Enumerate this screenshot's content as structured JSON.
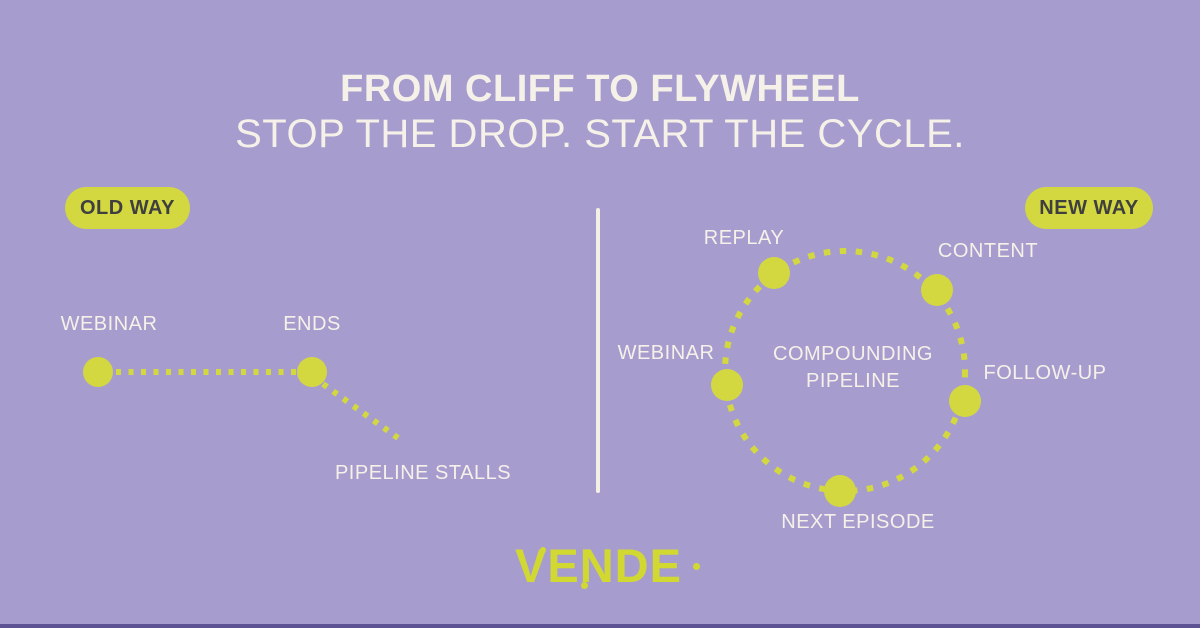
{
  "header": {
    "title": "FROM CLIFF TO FLYWHEEL",
    "subtitle": "STOP THE DROP. START THE CYCLE."
  },
  "old_way": {
    "badge": "OLD WAY",
    "labels": {
      "webinar": "WEBINAR",
      "ends": "ENDS",
      "pipeline_stalls": "PIPELINE STALLS"
    }
  },
  "new_way": {
    "badge": "NEW WAY",
    "center_line1": "COMPOUNDING",
    "center_line2": "PIPELINE",
    "nodes": [
      {
        "label": "REPLAY"
      },
      {
        "label": "CONTENT"
      },
      {
        "label": "WEBINAR"
      },
      {
        "label": "FOLLOW-UP"
      },
      {
        "label": "NEXT EPISODE"
      }
    ]
  },
  "logo": {
    "text": "VENDE"
  },
  "colors": {
    "background": "#a69dce",
    "accent": "#d3d841",
    "text_light": "#f5f1e9",
    "badge_text": "#3f3f3f",
    "divider": "#f4f0e4",
    "bottom_bar": "#5c5294",
    "logo": "#d2d832"
  }
}
